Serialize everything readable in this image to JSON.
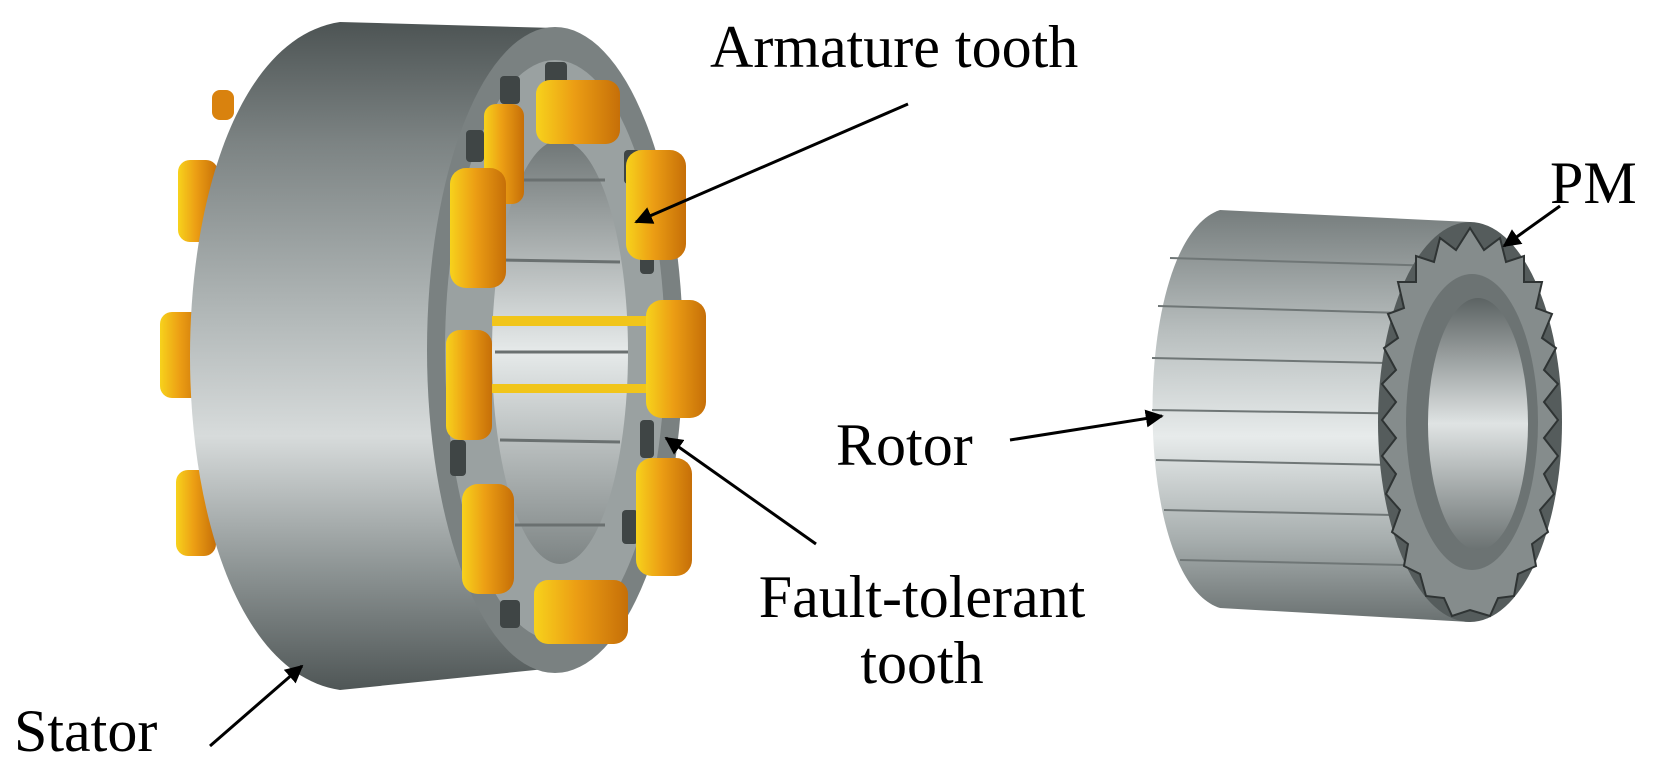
{
  "labels": {
    "armature_tooth": "Armature tooth",
    "pm": "PM",
    "rotor": "Rotor",
    "fault_tolerant_line1": "Fault-tolerant",
    "fault_tolerant_line2": "tooth",
    "stator": "Stator"
  },
  "colors": {
    "steel_dark": "#5e6565",
    "steel_mid": "#a2a9a9",
    "steel_light": "#e9eded",
    "coil_orange": "#e08a10",
    "coil_yellow": "#f6d21a",
    "arrow": "#000000"
  }
}
